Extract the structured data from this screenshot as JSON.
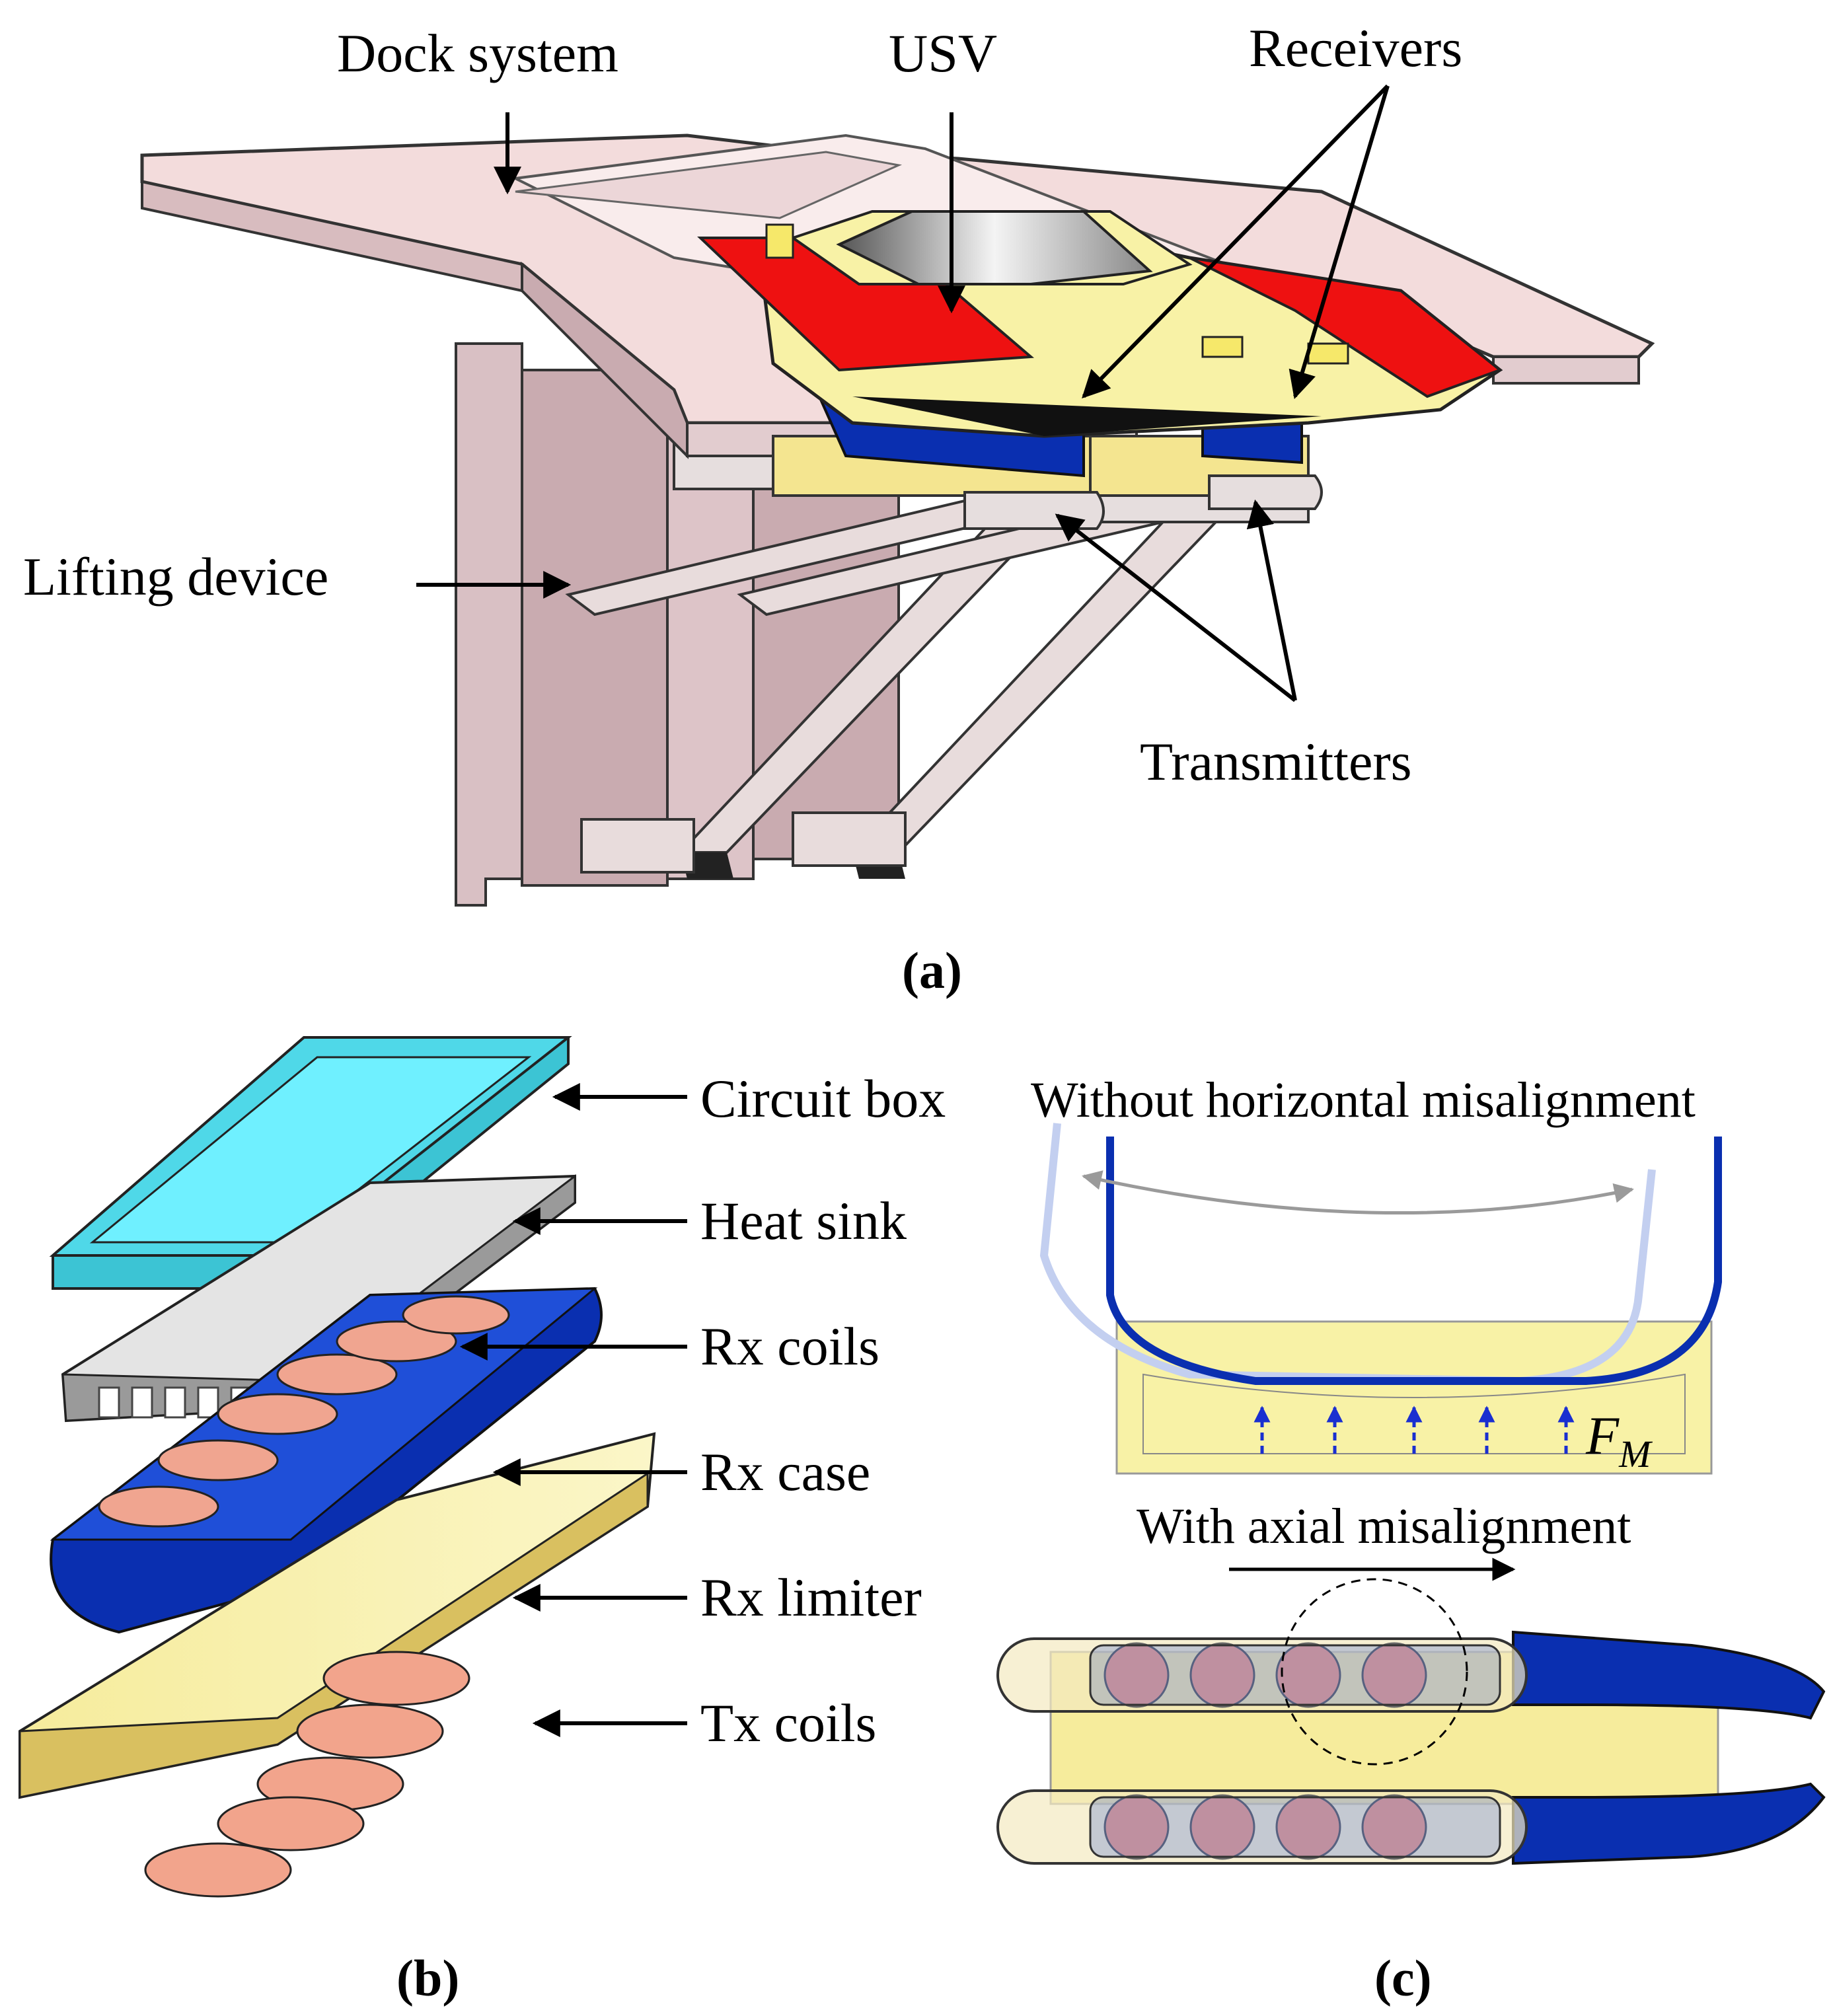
{
  "panel_a": {
    "caption": "(a)",
    "labels": {
      "dock_system": "Dock system",
      "usv": "USV",
      "receivers": "Receivers",
      "lifting_device": "Lifting device",
      "transmitters": "Transmitters"
    }
  },
  "panel_b": {
    "caption": "(b)",
    "labels": {
      "circuit_box": "Circuit box",
      "heat_sink": "Heat sink",
      "rx_coils": "Rx coils",
      "rx_case": "Rx case",
      "rx_limiter": "Rx limiter",
      "tx_coils": "Tx coils"
    }
  },
  "panel_c": {
    "caption": "(c)",
    "top_title": "Without horizontal misalignment",
    "force_symbol": "F",
    "force_subscript": "M",
    "bottom_title": "With axial misalignment"
  },
  "colors": {
    "dock_pink": "#ead2d6",
    "usv_yellow": "#f8f2a6",
    "usv_red": "#ee1111",
    "rx_blue": "#0a2fb0",
    "circuit_cyan": "#4fd8e8",
    "limiter_yellow": "#f4e590",
    "coil_salmon": "#f2a48c"
  }
}
